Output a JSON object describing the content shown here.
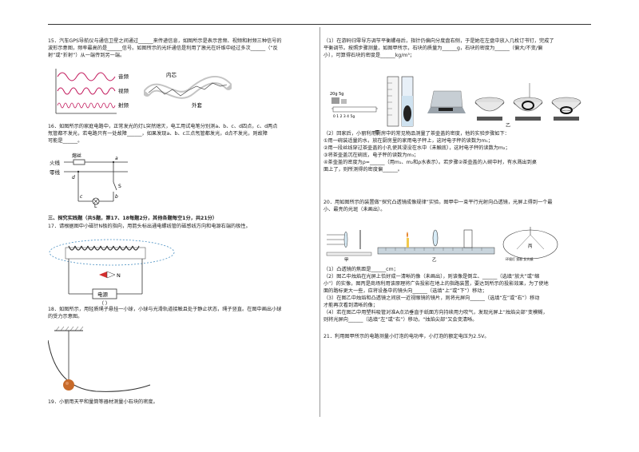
{
  "left": {
    "q15": {
      "l1": "15．汽车GPS导航仪与通信卫星之间通过______来传递信息，如图所示是表示音频、视频和射频三种信号的",
      "l2": "波形示意图，频率最高的是______信号。如图所示的光纤通信是利用了激光在纤维中经过多次______（“反",
      "l3": "射”或“折射”）从一端传到另一端。",
      "labels": {
        "audio": "音频",
        "video": "视频",
        "rf": "射频",
        "core": "内芯",
        "cladding": "外套"
      }
    },
    "q16": {
      "l1": "16．如图所示的家庭电路中，正常发光的灯L突然熄灭，电工用试电笔分别测a、b、c、d四点，c、d两点",
      "l2": "氖管都不发光，若电路只有一处故障______，如果发现a、b、c三点氖管都发光，d点不发光，则故障",
      "l3": "可能是______。",
      "labels": {
        "fuse": "熔丝",
        "fire": "火线",
        "zero": "零线",
        "a": "a",
        "b": "b",
        "c": "c",
        "d": "d",
        "S": "S",
        "L": "L"
      }
    },
    "sec3": "三、探究实践题（共5题，第17、18每题2分，其他各题每空1分，共21分）",
    "q17": {
      "l1": "17．请根据图中小磁针N极的指向，用箭头标出通电螺线管的磁感线方向和电源右端的极性。",
      "N": "N",
      "power": "电源",
      "paren": "（    ）"
    },
    "q18": {
      "l1": "18．如图所示，用轻质绳子悬挂一小球，小球与光滑轨道接触且处于静止状态，绳子竖直。在图中画出小球",
      "l2": "的受力示意图。"
    },
    "q19": {
      "l1": "19．小丽用天平和量筒等器材测量小石块的密度。"
    }
  },
  "right": {
    "r1": {
      "l1": "（1）在游码归零导方调节平衡螺母后，指针仍偏向分度盘右侧，于是她在左盘中放入几枚订书钉，完成了",
      "l2": "平衡调节。按照步骤测量，如图甲所示，石块的质量为______g，石块的密度为______（偏大/不变/偏",
      "l3": "小），可算得石块的密度是______kg/m³；",
      "fig_jia": "甲",
      "fig_yi": "乙",
      "weights": "20g 5g",
      "scale_tick": "0 1 2 3 4 5g"
    },
    "r2": {
      "l1": "（2）回家后，小丽利用厨房中的常见物品测量了茶壶盖的密度，他的实验步骤如下：",
      "l2": "①用一碗装适量的水，放在厨房里的家用电子秤上，这时电子秤的读数为m₁；",
      "l3": "②用一段丝线穿过茶壶盖的小孔使其浸没在水中（未触底），这时电子秤的读数为m₂；",
      "l4": "③将茶壶盖沉在碗底，电子秤的读数为m₃；",
      "l5": "④茶壶盖的密度为ρ=______（用m₁、m₂和ρ水表示）。若步骤②茶壶盖的入碗中时，有水溅出到桌",
      "l6": "面上了，则所测得的密度偏______。"
    },
    "q20": {
      "l1": "20．用如图所示的装置做“探究凸透镜成像规律”实验。图甲中一束平行光射向凸透镜，光屏上得到一个最",
      "l2": "小、最亮的光斑（未画出）。",
      "fig_jia": "甲",
      "fig_yi": "乙",
      "fig_bing": "丙",
      "lamp_labels": "环境灯 投影 反光镜",
      "s1": "（1）凸透镜的焦距是______cm；",
      "s2a": "（2）图乙中烛焰在光屏上恰好成一清晰的像（未画出），则该像是倒立、______（选填“放大”或“缩",
      "s2b": "小”）的实像，图丙是商场利用该原理将广告投影在地上的指路装置，要达到所示的投影效果，为了使地",
      "s2c": "面的路标更大一些，应将设备中的镜头向______（选填“上”或“下”）移动；",
      "s3a": "（3）在图乙中烛焰和凸透镜之间放一近视眼镜的镜片，则将光屏向______（选填“左”或“右”）移动",
      "s3b": "才能再次看到清晰的像；",
      "s4a": "（4）若在图乙中用塑料吸管对准A点沿垂直于纸面方向持续用力吹气，发现光屏上“烛焰尖部”变模糊，",
      "s4b": "则将光屏向______（选填“左”或“右”）移动，“烛焰尖部”又会变清晰。"
    },
    "q21": {
      "l1": "21．利用图甲所示的电路测量小灯泡的电功率，小灯泡的额定电压为2.5V。"
    }
  }
}
